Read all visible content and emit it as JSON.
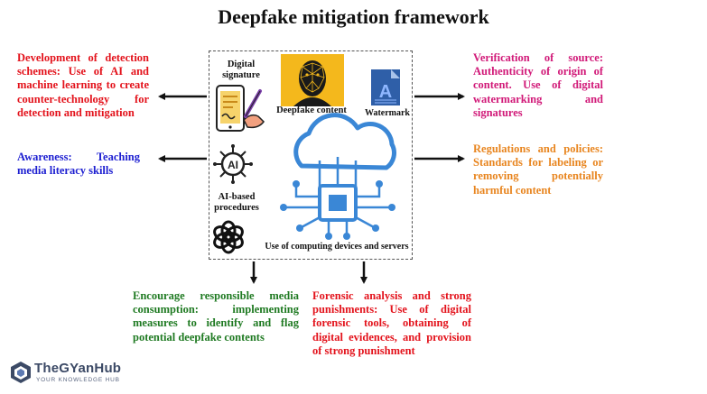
{
  "title": "Deepfake mitigation framework",
  "left": {
    "detection": "Development of detection schemes: Use of AI and machine learning to create counter-technology for detection and mitigation",
    "awareness": "Awareness: Teaching media literacy skills"
  },
  "right": {
    "verification": "Verification of source: Authenticity of origin of content. Use of digital watermarking and signatures",
    "regulations": "Regulations and policies: Standards for labeling or removing potentially harmful content"
  },
  "bottom": {
    "consumption": "Encourage responsible media consumption: implementing measures to identify and flag potential deepfake contents",
    "forensic": "Forensic analysis and strong punishments: Use of digital forensic tools, obtaining of digital evidences, and provision of strong punishment"
  },
  "center": {
    "digital_signature": "Digital signature",
    "deepfake_content": "Deepfake content",
    "watermark": "Watermark",
    "ai_based": "AI-based procedures",
    "ai_chip": "AI",
    "computing": "Use of computing devices and servers"
  },
  "logo": {
    "name": "TheGYanHub",
    "tagline": "YOUR KNOWLEDGE HUB"
  },
  "colors": {
    "red": "#e3121b",
    "blue": "#1d1fd1",
    "magenta": "#d11978",
    "orange": "#e8851f",
    "green": "#1f7a22",
    "cloud": "#3a87d6"
  }
}
